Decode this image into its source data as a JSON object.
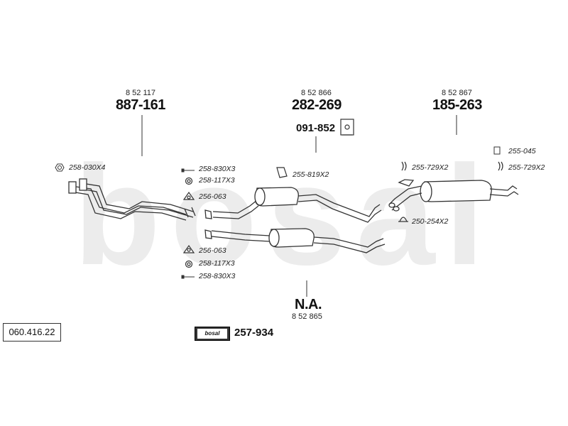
{
  "watermark": "bosal",
  "diagram_code": "060.416.22",
  "kit": {
    "brand": "bosal",
    "number": "257-934"
  },
  "groups": {
    "front": {
      "ref": "8 52 117",
      "part": "887-161"
    },
    "middle": {
      "ref": "8 52 866",
      "part": "282-269",
      "mount": "091-852"
    },
    "rear": {
      "ref": "8 52 867",
      "part": "185-263"
    },
    "lower": {
      "part": "N.A.",
      "ref": "8 52 865"
    }
  },
  "accessories": {
    "a1": "258-030X4",
    "a2": "258-830X3",
    "a3": "258-117X3",
    "a4": "256-063",
    "a5": "255-819X2",
    "a6": "256-063",
    "a7": "258-117X3",
    "a8": "258-830X3",
    "a9": "255-729X2",
    "a10": "255-045",
    "a11": "255-729X2",
    "a12": "250-254X2"
  },
  "icons": {
    "nut": "hex-nut-icon",
    "bolt": "bolt-icon",
    "ring": "sealing-ring-icon",
    "gasket": "flange-gasket-icon",
    "clamp": "pipe-clamp-icon",
    "hanger": "rubber-hanger-icon",
    "bracket": "mounting-bracket-icon"
  }
}
